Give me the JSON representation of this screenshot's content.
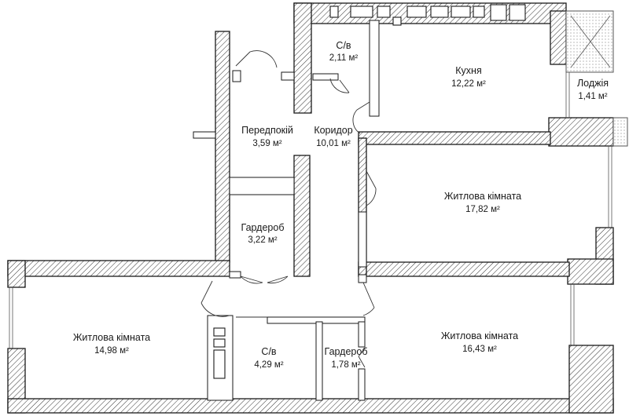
{
  "rooms": {
    "bathroom_top": {
      "name": "С/в",
      "area": "2,11 м²"
    },
    "kitchen": {
      "name": "Кухня",
      "area": "12,22 м²"
    },
    "loggia": {
      "name": "Лоджія",
      "area": "1,41 м²"
    },
    "hallway": {
      "name": "Передпокій",
      "area": "3,59 м²"
    },
    "corridor": {
      "name": "Коридор",
      "area": "10,01 м²"
    },
    "living_right": {
      "name": "Житлова кімната",
      "area": "17,82 м²"
    },
    "wardrobe_mid": {
      "name": "Гардероб",
      "area": "3,22 м²"
    },
    "living_left": {
      "name": "Житлова кімната",
      "area": "14,98 м²"
    },
    "bathroom_low": {
      "name": "С/в",
      "area": "4,29 м²"
    },
    "wardrobe_low": {
      "name": "Гардероб",
      "area": "1,78 м²"
    },
    "living_low": {
      "name": "Житлова кімната",
      "area": "16,43 м²"
    }
  }
}
